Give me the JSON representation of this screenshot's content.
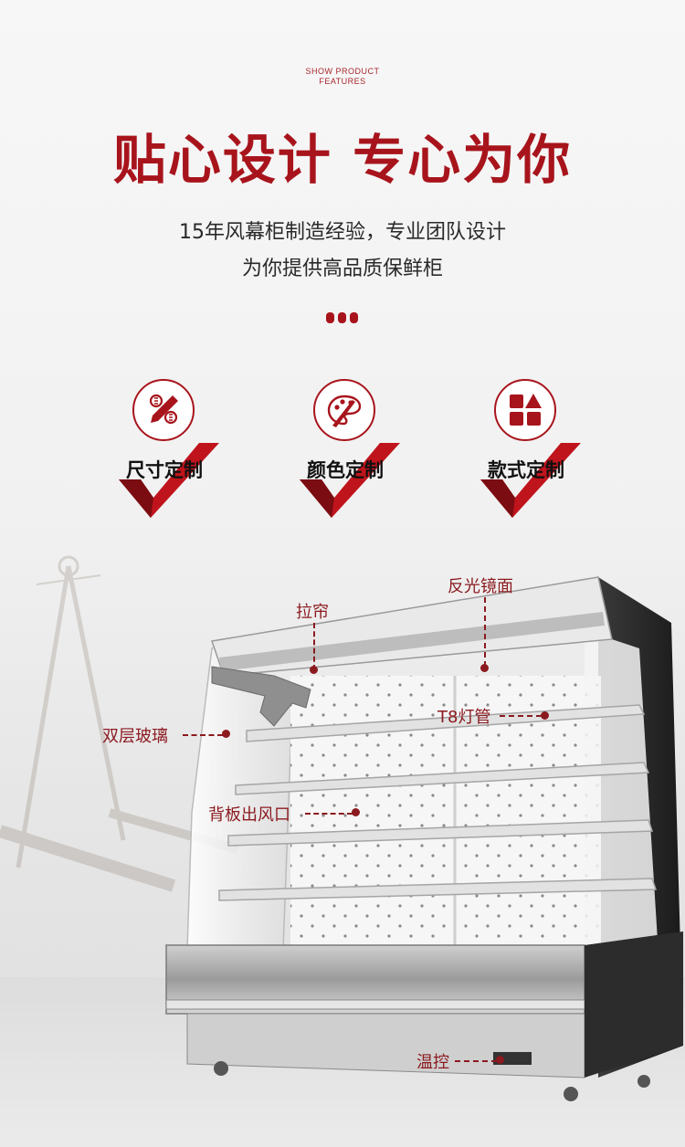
{
  "header": {
    "eyebrow_line1": "SHOW PRODUCT",
    "eyebrow_line2": "FEATURES",
    "headline": "贴心设计 专心为你",
    "subtitle_line1": "15年风幕柜制造经验，专业团队设计",
    "subtitle_line2": "为你提供高品质保鲜柜"
  },
  "features": [
    {
      "label": "尺寸定制",
      "icon": "pencil-ruler-icon"
    },
    {
      "label": "颜色定制",
      "icon": "palette-brush-icon"
    },
    {
      "label": "款式定制",
      "icon": "shapes-icon"
    }
  ],
  "callouts": {
    "curtain": "拉帘",
    "mirror": "反光镜面",
    "glass": "双层玻璃",
    "tube": "T8灯管",
    "vent": "背板出风口",
    "thermo": "温控"
  },
  "colors": {
    "accent": "#a8141c",
    "callout": "#8b1a1f"
  }
}
